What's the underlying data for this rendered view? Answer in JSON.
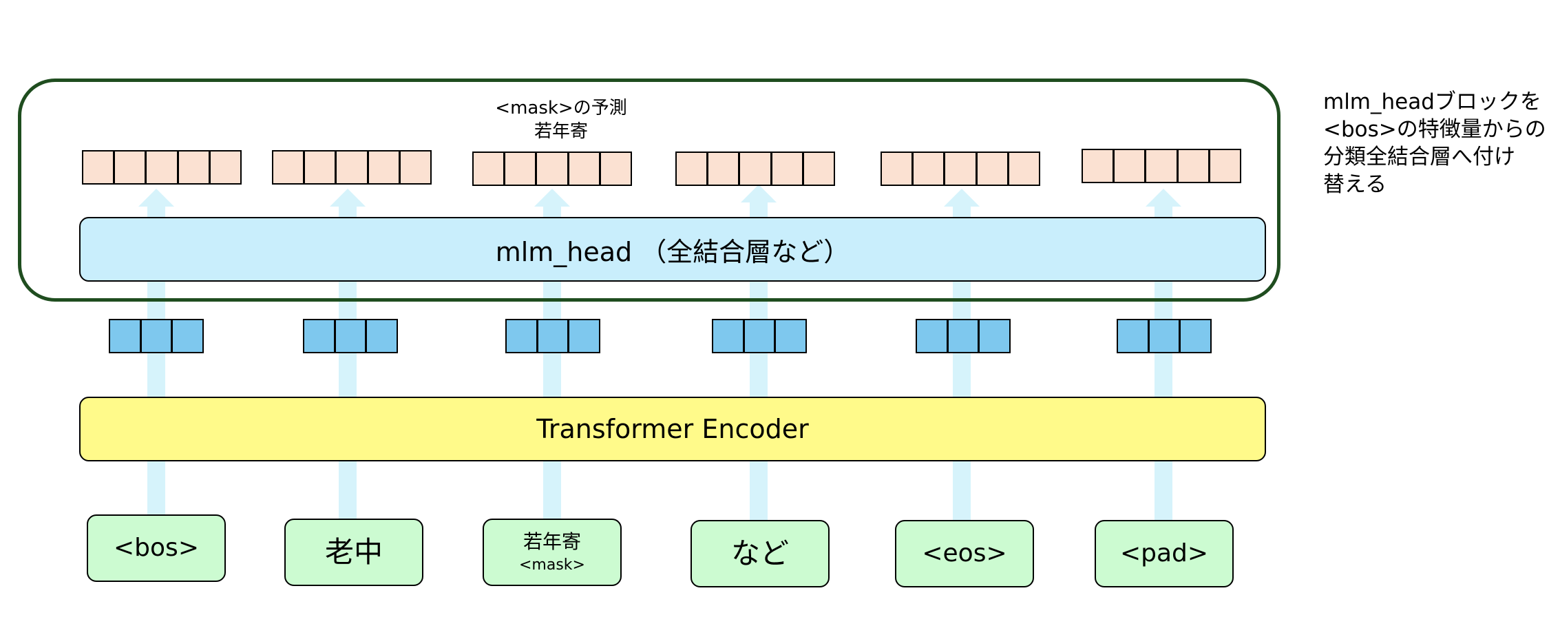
{
  "diagram": {
    "mlm_head_label": "mlm_head （全結合層など）",
    "encoder_label": "Transformer Encoder",
    "prediction_label": {
      "line1": "<mask>の予測",
      "line2": "若年寄"
    },
    "side_note": {
      "line1": "mlm_headブロックを",
      "line2": "<bos>の特徴量からの",
      "line3": "分類全結合層へ付け",
      "line4": "替える"
    },
    "tokens": [
      {
        "text": "<bos>"
      },
      {
        "text": "老中"
      },
      {
        "text": "若年寄",
        "sub": "<mask>"
      },
      {
        "text": "など"
      },
      {
        "text": "<eos>"
      },
      {
        "text": "<pad>"
      }
    ],
    "colors": {
      "token_fill": "#ccfbd1",
      "encoder_fill": "#fffa8a",
      "mlm_head_fill": "#c9eefc",
      "hidden_vector_fill": "#7ec8ee",
      "output_vector_fill": "#fbe1d2",
      "arrow_fill": "#d6f3fb",
      "outer_border": "#1f4d1f"
    }
  }
}
